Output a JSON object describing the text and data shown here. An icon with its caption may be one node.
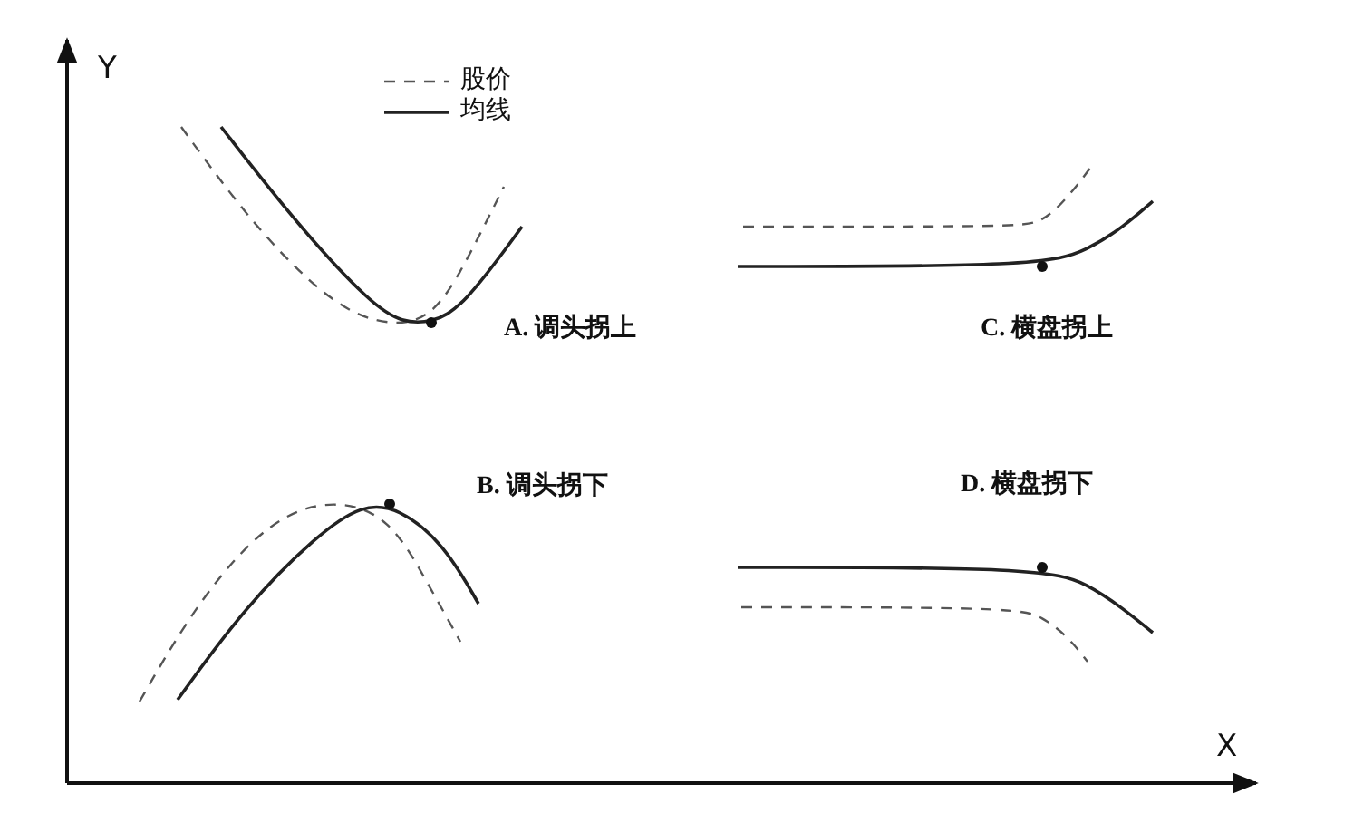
{
  "diagram": {
    "labels": [
      "Y",
      "A. 调头拐上",
      "C. 横盘拐上",
      "B. 调头拐下",
      "D. 横盘拐下",
      "X"
    ],
    "legend": [
      {
        "text": "股价"
      },
      {
        "text": "均线"
      }
    ]
  }
}
